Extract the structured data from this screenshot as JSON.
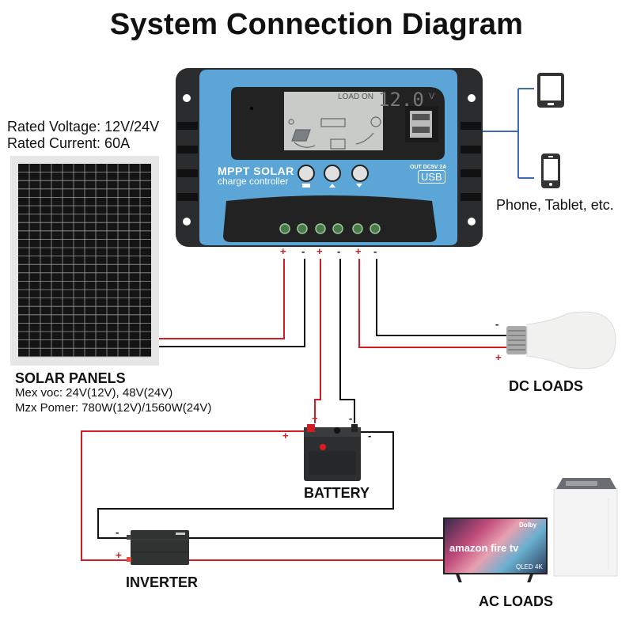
{
  "title": "System Connection Diagram",
  "controller": {
    "brand_line1": "MPPT SOLAR",
    "brand_line2": "charge controller",
    "lcd_status": "LOAD ON",
    "lcd_value": "12.0",
    "lcd_unit": "V",
    "usb_label": "OUT DC5V 2A",
    "usb_text": "USB",
    "buttons": [
      {
        "name": "menu",
        "symbol": "▭"
      },
      {
        "name": "up",
        "symbol": "▲"
      },
      {
        "name": "down",
        "symbol": "▼"
      }
    ],
    "terminal_polarity": [
      "+",
      "-",
      "+",
      "-",
      "+",
      "-"
    ]
  },
  "specs": {
    "rated_voltage": "Rated Voltage: 12V/24V",
    "rated_current": "Rated Current: 60A"
  },
  "solar_panels": {
    "label": "SOLAR PANELS",
    "line1": "Mex voc: 24V(12V), 48V(24V)",
    "line2": "Mzx Pomer: 780W(12V)/1560W(24V)"
  },
  "usb_devices": {
    "label": "Phone, Tablet, etc.",
    "devices": [
      "tablet",
      "phone"
    ]
  },
  "dc_loads": {
    "label": "DC LOADS",
    "minus": "-",
    "plus": "+"
  },
  "battery": {
    "label": "BATTERY",
    "plus": "+",
    "minus": "-"
  },
  "inverter": {
    "label": "INVERTER",
    "plus": "+",
    "minus": "-"
  },
  "ac_loads": {
    "label": "AC LOADS",
    "tv_brand": "amazon fire tv",
    "tv_badge1": "Dolby",
    "tv_badge2": "QLED 4K"
  },
  "colors": {
    "positive_wire": "#d01c24",
    "negative_wire": "#111111",
    "usb_line": "#3b6cb4",
    "controller_blue": "#5ba6d6"
  }
}
